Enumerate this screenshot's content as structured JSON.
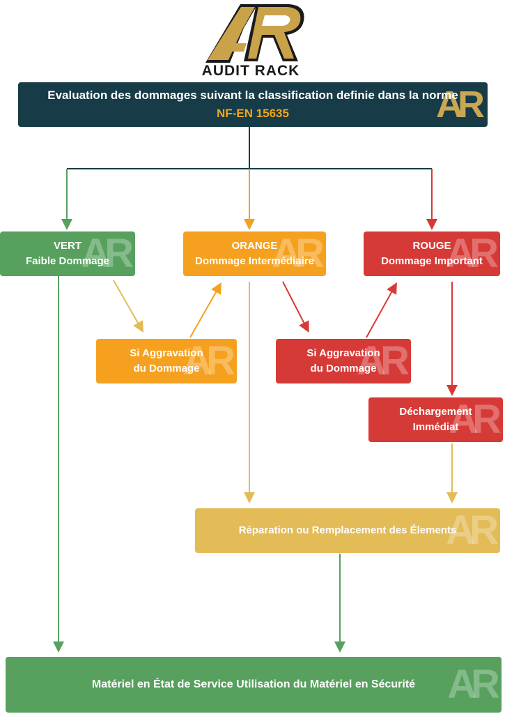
{
  "logo": {
    "text": "AUDIT RACK",
    "mark": "AR"
  },
  "header": {
    "title": "Evaluation des dommages suivant la classification definie dans la norme",
    "norm": "NF-EN 15635"
  },
  "vert": {
    "title": "VERT",
    "subtitle": "Faible Dommage"
  },
  "orange": {
    "title": "ORANGE",
    "subtitle": "Dommage Intermédiaire"
  },
  "rouge": {
    "title": "ROUGE",
    "subtitle": "Dommage Important"
  },
  "aggravation_orange": {
    "line1": "Si Aggravation",
    "line2": "du Dommage"
  },
  "aggravation_rouge": {
    "line1": "Si Aggravation",
    "line2": "du Dommage"
  },
  "dechargement": {
    "line1": "Déchargement",
    "line2": "Immédiat"
  },
  "reparation": {
    "label": "Réparation ou Remplacement des Élements"
  },
  "final": {
    "label": "Matériel en État de Service Utilisation du Matériel en Sécurité"
  },
  "watermark": "AR",
  "colors": {
    "header": "#173b47",
    "green": "#57a05e",
    "orange": "#f5a11f",
    "red": "#d63a36",
    "gold": "#e3bb57",
    "accent": "#f5a516"
  }
}
